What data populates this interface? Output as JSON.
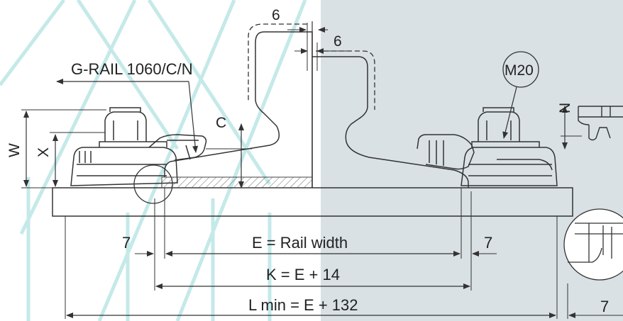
{
  "colors": {
    "panel": "#d9e1e4",
    "watermark": "#bfe7e7",
    "ink": "#333333"
  },
  "labels": {
    "part_number": "G-RAIL 1060/C/N",
    "bolt_size": "M20",
    "dim_c": "C",
    "dim_w": "W",
    "dim_x": "X",
    "dim_n": "N",
    "gap_top": "6",
    "gap_right": "6",
    "offset_left": "7",
    "offset_right": "7",
    "offset_far_right": "7",
    "rail_width": "E = Rail width",
    "k_dimension": "K = E + 14",
    "l_dimension": "L min = E + 132"
  }
}
